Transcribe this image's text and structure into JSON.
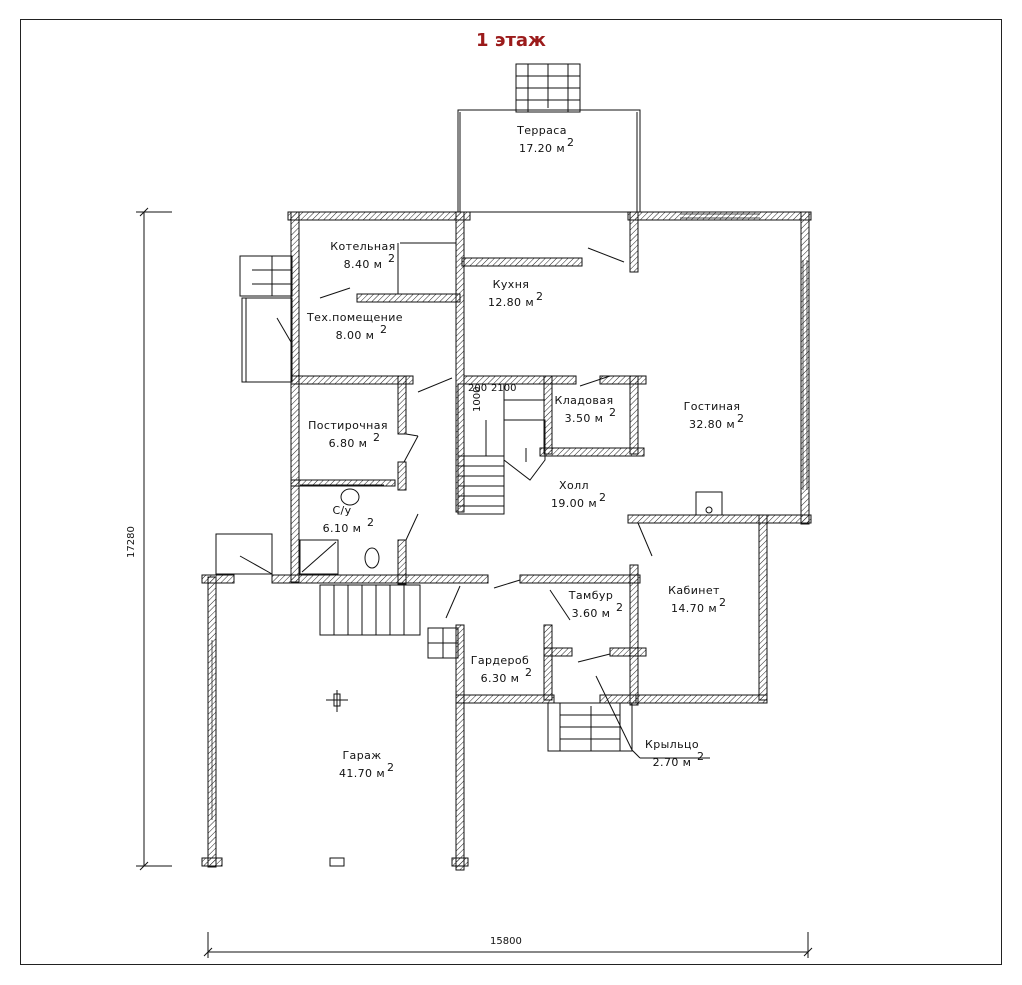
{
  "title": "1 этаж",
  "rooms": [
    {
      "name": "Терраса",
      "area": "17.20 м",
      "sup": "2"
    },
    {
      "name": "Котельная",
      "area": "8.40 м",
      "sup": "2"
    },
    {
      "name": "Кухня",
      "area": "12.80 м",
      "sup": "2"
    },
    {
      "name": "Тех.помещение",
      "area": "8.00 м",
      "sup": "2"
    },
    {
      "name": "Кладовая",
      "area": "3.50 м",
      "sup": "2"
    },
    {
      "name": "Гостиная",
      "area": "32.80 м",
      "sup": "2"
    },
    {
      "name": "Постирочная",
      "area": "6.80 м",
      "sup": "2"
    },
    {
      "name": "Холл",
      "area": "19.00 м",
      "sup": "2"
    },
    {
      "name": "С/у",
      "area": "6.10 м",
      "sup": "2"
    },
    {
      "name": "Кабинет",
      "area": "14.70 м",
      "sup": "2"
    },
    {
      "name": "Тамбур",
      "area": "3.60 м",
      "sup": "2"
    },
    {
      "name": "Гардероб",
      "area": "6.30 м",
      "sup": "2"
    },
    {
      "name": "Крыльцо",
      "area": "2.70 м",
      "sup": "2"
    },
    {
      "name": "Гараж",
      "area": "41.70 м",
      "sup": "2"
    }
  ],
  "opening_labels": [
    "200",
    "2100",
    "1000"
  ],
  "dimensions": {
    "width": "15800",
    "height": "17280"
  }
}
